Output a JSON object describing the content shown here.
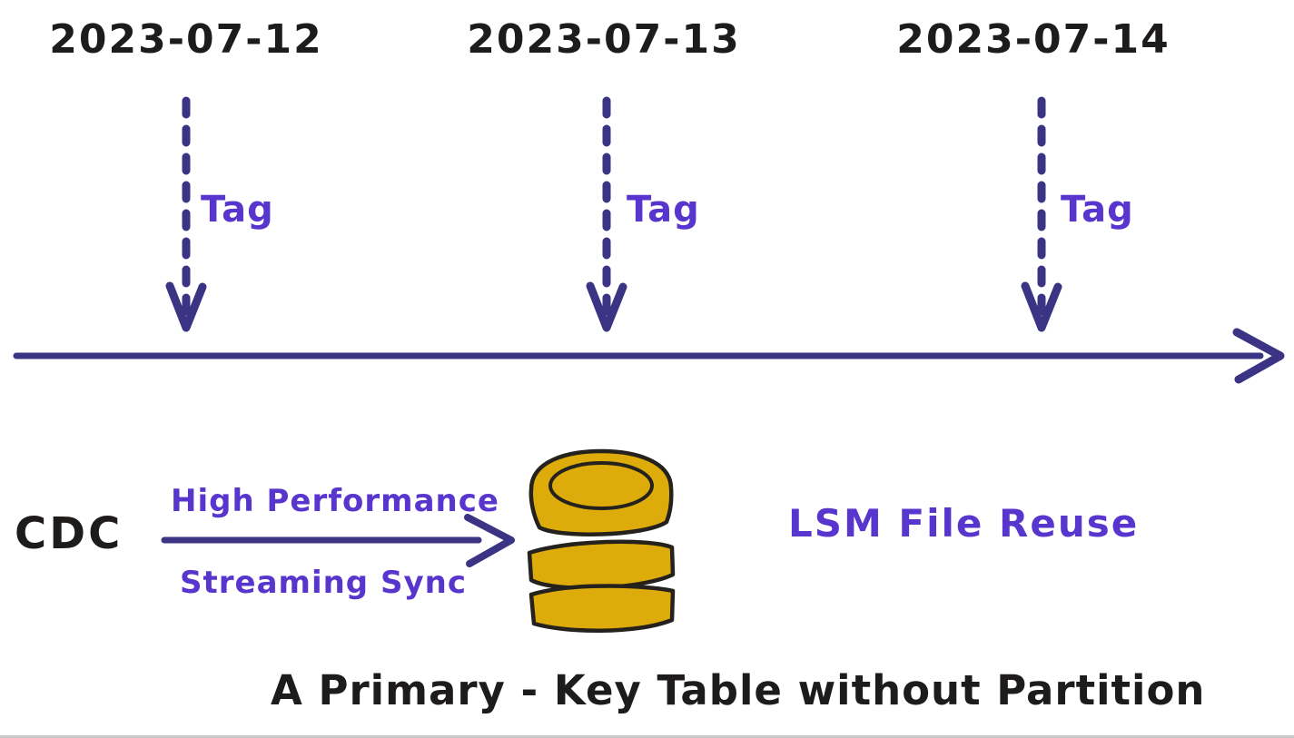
{
  "colors": {
    "ink": "#1e1b1b",
    "indigo": "#3b3383",
    "violet": "#5836ce",
    "gold": "#deac0a",
    "outline": "#25211d",
    "edge": "#c9c9c9",
    "bg": "#ffffff"
  },
  "timeline": {
    "events": [
      {
        "date": "2023-07-12",
        "tag": "Tag"
      },
      {
        "date": "2023-07-13",
        "tag": "Tag"
      },
      {
        "date": "2023-07-14",
        "tag": "Tag"
      }
    ]
  },
  "flow": {
    "source": "CDC",
    "arrow_label_top": "High Performance",
    "arrow_label_bottom": "Streaming Sync",
    "result": "LSM File Reuse"
  },
  "caption": "A Primary - Key Table without Partition"
}
